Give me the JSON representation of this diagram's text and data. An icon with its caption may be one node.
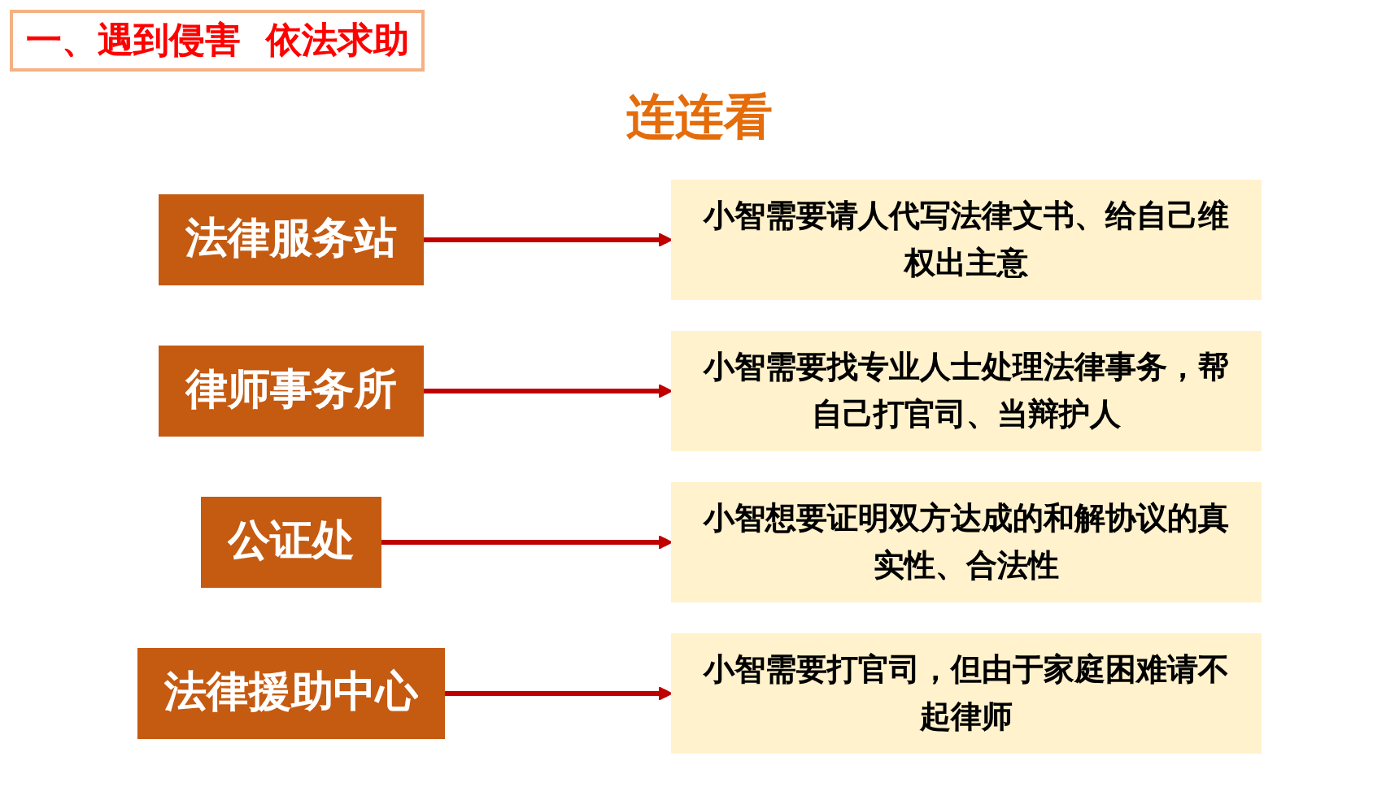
{
  "diagram": {
    "title": "一、遇到侵害  依法求助",
    "nodes": [
      {
        "text": [
          "法律服务站"
        ]
      },
      {
        "text": [
          "律师事务所"
        ]
      },
      {
        "text": [
          "公证处"
        ]
      },
      {
        "text": [
          "法律援助中心"
        ]
      },
      {
        "text": [
          "小智想要证明双方达成的和解协议的真实性、合法性"
        ]
      },
      {
        "text": [
          "小智需要打官司，但由于家庭困难请不起律师"
        ]
      },
      {
        "text": [
          "小智需要请人代写法律文书、给自己维权出主意"
        ]
      },
      {
        "text": [
          "小智需要找专业人士处理法律事务，帮自己打官司、当辩护人"
        ]
      }
    ],
    "edges": [
      {
        "from": 0,
        "to": 6,
        "arrow": "to"
      },
      {
        "from": 1,
        "to": 7,
        "arrow": "to"
      },
      {
        "from": 2,
        "to": 4,
        "arrow": "to"
      },
      {
        "from": 3,
        "to": 5,
        "arrow": "to"
      }
    ],
    "labels": [
      "连连看"
    ]
  }
}
